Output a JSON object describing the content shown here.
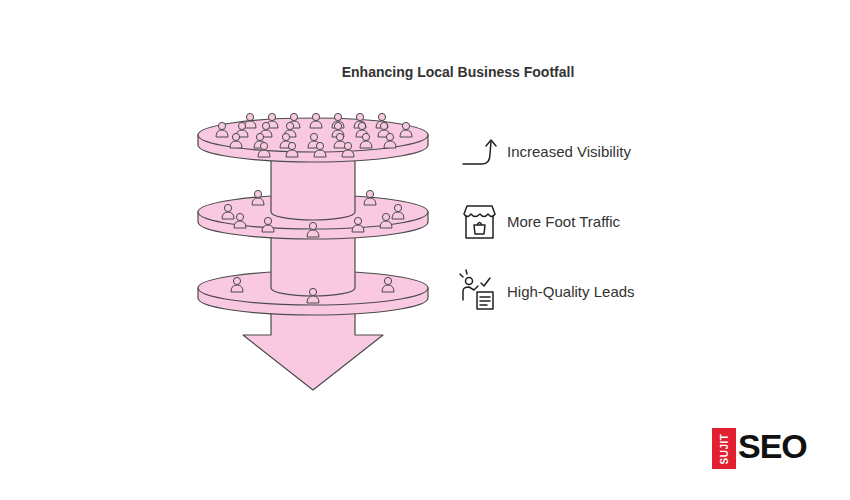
{
  "diagram": {
    "title": "Enhancing Local Business Footfall",
    "labels": [
      "Increased Visibility",
      "More Foot Traffic",
      "High-Quality Leads",
      "SUJIT",
      "SEO"
    ]
  }
}
